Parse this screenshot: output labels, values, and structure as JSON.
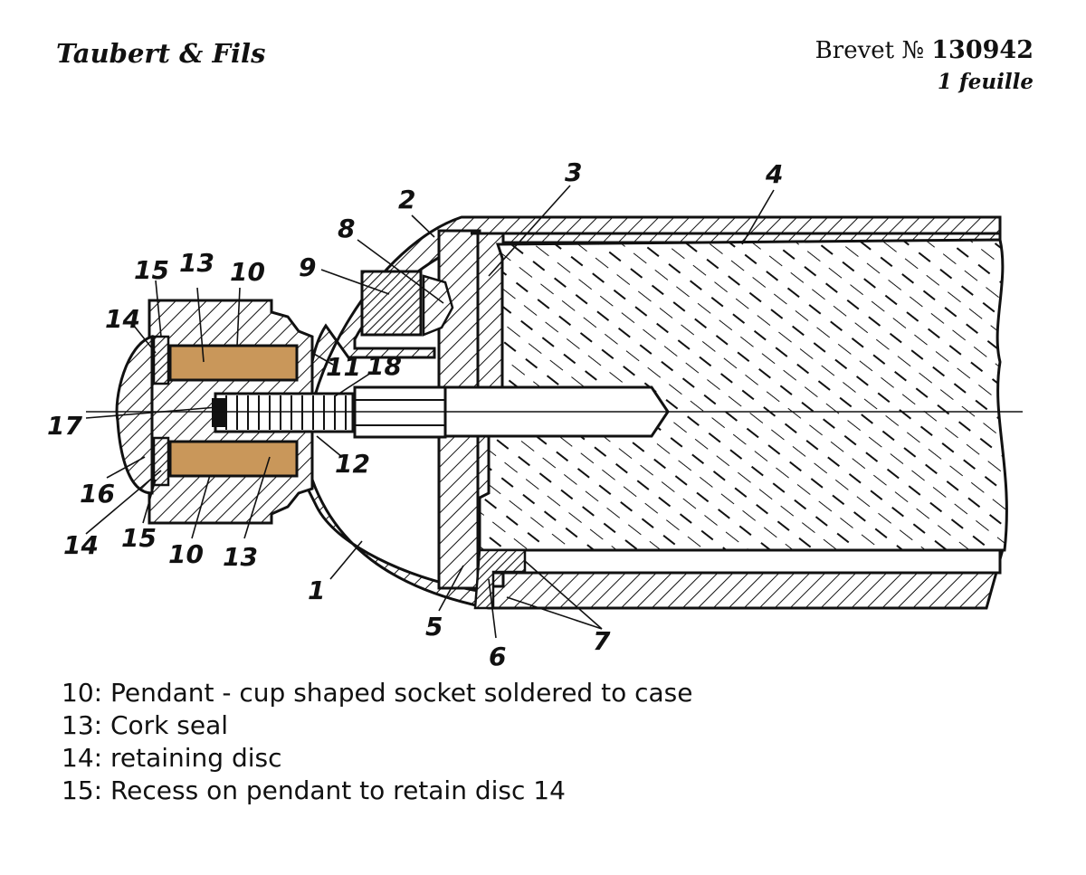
{
  "header": {
    "applicant": "Taubert & Fils",
    "brevet_prefix": "Brevet №",
    "brevet_number": "130942",
    "sheets": "1 feuille"
  },
  "drawing": {
    "callouts": [
      "1",
      "2",
      "3",
      "4",
      "5",
      "6",
      "7",
      "8",
      "9",
      "10",
      "11",
      "12",
      "13",
      "14",
      "15",
      "16",
      "17",
      "18"
    ]
  },
  "legend": [
    "10: Pendant - cup shaped socket soldered to case",
    "13: Cork seal",
    "14: retaining disc",
    "15: Recess on pendant to retain disc 14"
  ],
  "colors": {
    "ink": "#111111",
    "cork": "#c9975a",
    "background": "#ffffff"
  }
}
